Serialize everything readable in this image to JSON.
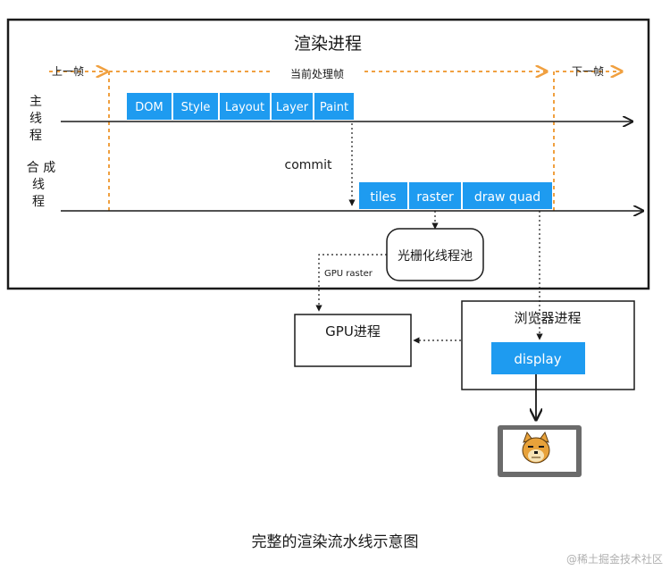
{
  "render_process": {
    "title": "渲染进程"
  },
  "frames": {
    "prev": "上一帧",
    "current": "当前处理帧",
    "next": "下一帧"
  },
  "threads": {
    "main": [
      "主",
      "线",
      "程"
    ],
    "compositor": [
      "合 成",
      "线",
      "程"
    ]
  },
  "main_stages": [
    "DOM",
    "Style",
    "Layout",
    "Layer",
    "Paint"
  ],
  "commit_label": "commit",
  "compositor_stages": [
    "tiles",
    "raster",
    "draw quad"
  ],
  "raster_pool": "光栅化线程池",
  "gpu_raster_label": "GPU raster",
  "gpu_process": "GPU进程",
  "browser_process": {
    "title": "浏览器进程",
    "display": "display"
  },
  "caption": "完整的渲染流水线示意图",
  "watermark": "@稀土掘金技术社区",
  "colors": {
    "stage_blue": "#1e9bf0",
    "frame_orange": "#f0a040",
    "ink": "#1a1a1a",
    "panel_gray": "#6b6b6b"
  }
}
